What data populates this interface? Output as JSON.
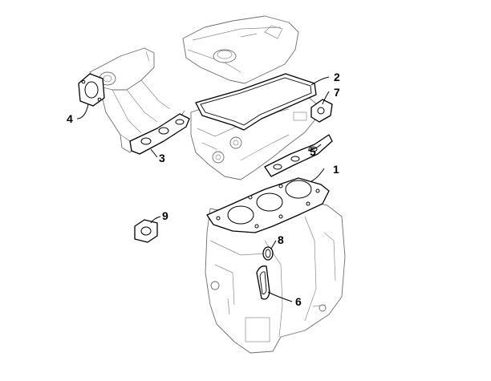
{
  "callouts": [
    {
      "id": "c1",
      "label": "1"
    },
    {
      "id": "c2",
      "label": "2"
    },
    {
      "id": "c3",
      "label": "3"
    },
    {
      "id": "c4",
      "label": "4"
    },
    {
      "id": "c5",
      "label": "5"
    },
    {
      "id": "c6",
      "label": "6"
    },
    {
      "id": "c7",
      "label": "7"
    },
    {
      "id": "c8",
      "label": "8"
    },
    {
      "id": "c9",
      "label": "9"
    }
  ]
}
